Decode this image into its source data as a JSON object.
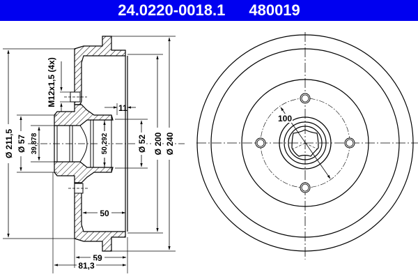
{
  "header": {
    "part_number": "24.0220-0018.1",
    "ref_number": "480019",
    "background_color": "#0000f0",
    "text_color": "#ffffff"
  },
  "section_view": {
    "dimensions": {
      "d_211_5": "Ø 211,5",
      "d_57": "Ø 57",
      "d_39_878": "39,878",
      "thread": "M12x1,5 (4x)",
      "d_50_292": "50,292",
      "w_11": "11",
      "d_52": "Ø 52",
      "d_200": "Ø 200",
      "d_240": "Ø 240",
      "w_50": "50",
      "w_59": "59",
      "w_81_3": "81,3"
    }
  },
  "front_view": {
    "dimensions": {
      "pcd_100": "100"
    },
    "bolt_holes": 4
  }
}
